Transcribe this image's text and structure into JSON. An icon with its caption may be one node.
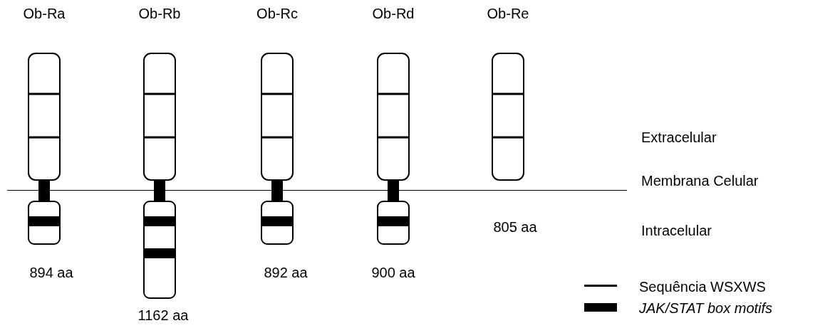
{
  "diagram": {
    "nodes": [
      {
        "text": [
          "Ob-Ra"
        ],
        "beside": [
          "894 aa"
        ]
      },
      {
        "text": [
          "Ob-Rb"
        ],
        "beside": [
          "1162 aa"
        ]
      },
      {
        "text": [
          "Ob-Rc"
        ],
        "beside": [
          "892 aa"
        ]
      },
      {
        "text": [
          "Ob-Rd"
        ],
        "beside": [
          "900 aa"
        ]
      },
      {
        "text": [
          "Ob-Re"
        ],
        "beside": [
          "805 aa"
        ]
      }
    ],
    "labels": [
      "Extracelular",
      "Membrana Celular",
      "Intracelular"
    ],
    "legend": [
      {
        "text": "Sequência WSXWS"
      },
      {
        "text": "JAK/STAT box motifs"
      }
    ]
  }
}
